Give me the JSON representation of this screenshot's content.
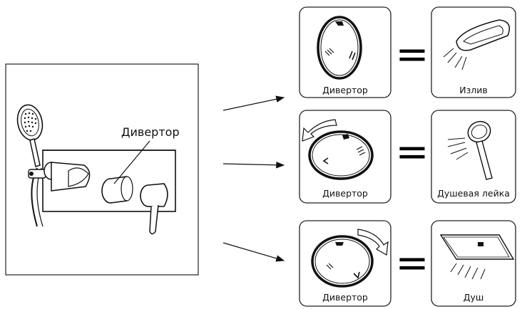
{
  "mixer": {
    "callout": "Дивертор"
  },
  "rows": [
    {
      "diverter_label": "Дивертор",
      "result_label": "Излив",
      "result_icon": "spout-icon"
    },
    {
      "diverter_label": "Дивертор",
      "result_label": "Душевая лейка",
      "result_icon": "hand-shower-icon"
    },
    {
      "diverter_label": "Дивертор",
      "result_label": "Душ",
      "result_icon": "overhead-shower-icon"
    }
  ],
  "symbols": {
    "equals": "="
  }
}
